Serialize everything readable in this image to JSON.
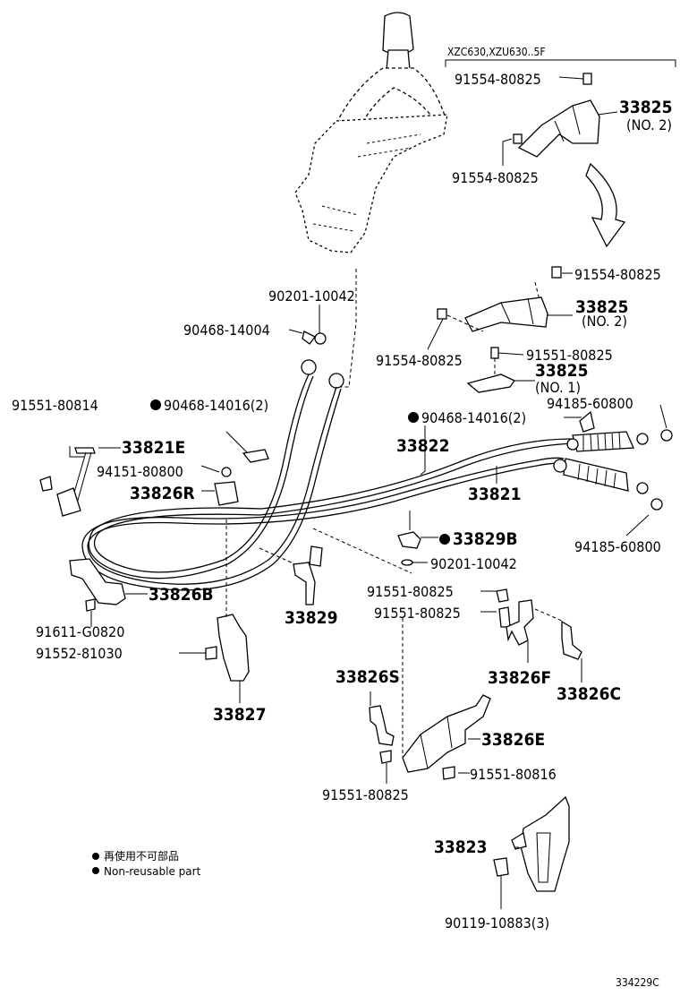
{
  "variant_label": "XZC630,XZU630..5F",
  "parts": {
    "p91554_a": "91554-80825",
    "p33825_a": "33825",
    "p33825_a_note": "(NO. 2)",
    "p91554_b": "91554-80825",
    "p91554_c": "91554-80825",
    "p33825_b": "33825",
    "p33825_b_note": "(NO. 2)",
    "p91554_d": "91554-80825",
    "p91551_a": "91551-80825",
    "p33825_c": "33825",
    "p33825_c_note": "(NO. 1)",
    "p90201_a": "90201-10042",
    "p90468_a": "90468-14004",
    "p91551_80814": "91551-80814",
    "p90468_b": "90468-14016(2)",
    "p90468_c": "90468-14016(2)",
    "p94185_a": "94185-60800",
    "p33821E": "33821E",
    "p94151": "94151-80800",
    "p33822": "33822",
    "p33821": "33821",
    "p33826R": "33826R",
    "p33829B": "33829B",
    "p94185_b": "94185-60800",
    "p90201_b": "90201-10042",
    "p91551_b": "91551-80825",
    "p91551_c": "91551-80825",
    "p33826B": "33826B",
    "p33829": "33829",
    "p91611": "91611-G0820",
    "p91552": "91552-81030",
    "p33826F": "33826F",
    "p33826C": "33826C",
    "p33826S": "33826S",
    "p33827": "33827",
    "p33826E": "33826E",
    "p91551_80816": "91551-80816",
    "p91551_d": "91551-80825",
    "p33823": "33823",
    "p90119": "90119-10883(3)"
  },
  "legend": {
    "line1": "再使用不可部品",
    "line2": "Non-reusable part"
  },
  "diagram_code": "334229C"
}
